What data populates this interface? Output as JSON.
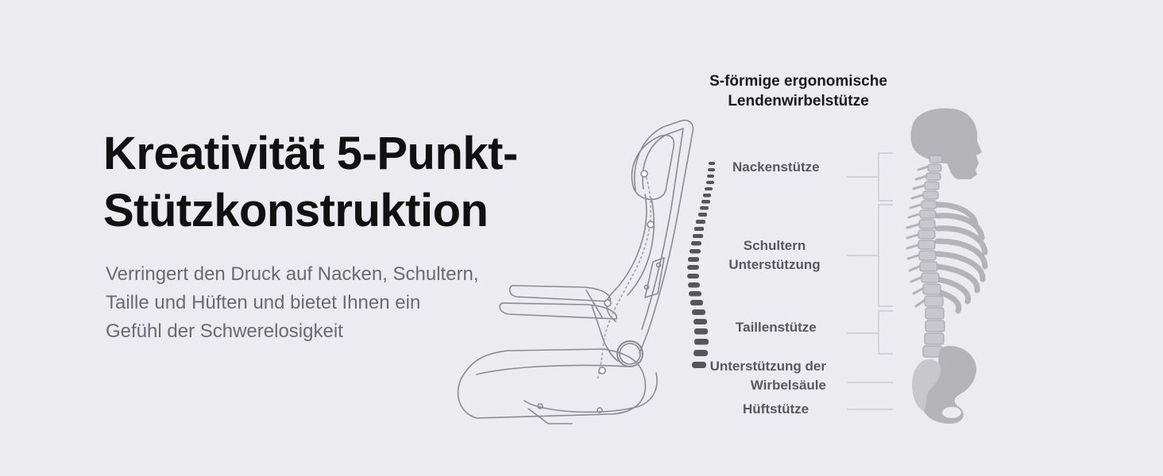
{
  "headline": {
    "line1": "Kreativität 5-Punkt-",
    "line2": "Stützkonstruktion"
  },
  "description": {
    "line1": "Verringert den Druck auf Nacken, Schultern,",
    "line2": "Taille und Hüften und bietet Ihnen ein",
    "line3": "Gefühl der Schwerelosigkeit"
  },
  "diagram": {
    "title_line1": "S-förmige ergonomische",
    "title_line2": "Lendenwirbelstütze",
    "labels": {
      "neck": "Nackenstütze",
      "shoulders_line1": "Schultern",
      "shoulders_line2": "Unterstützung",
      "waist": "Taillenstütze",
      "spine_line1": "Unterstützung der",
      "spine_line2": "Wirbelsäule",
      "hip": "Hüftstütze"
    }
  },
  "colors": {
    "background": "#ebebf0",
    "headline": "#111111",
    "body_text": "#6a6a70",
    "label_text": "#58585e",
    "skeleton": "#b4b4b8",
    "lumbar_curve": "#55555a",
    "chair_outline": "#8a8a90"
  }
}
